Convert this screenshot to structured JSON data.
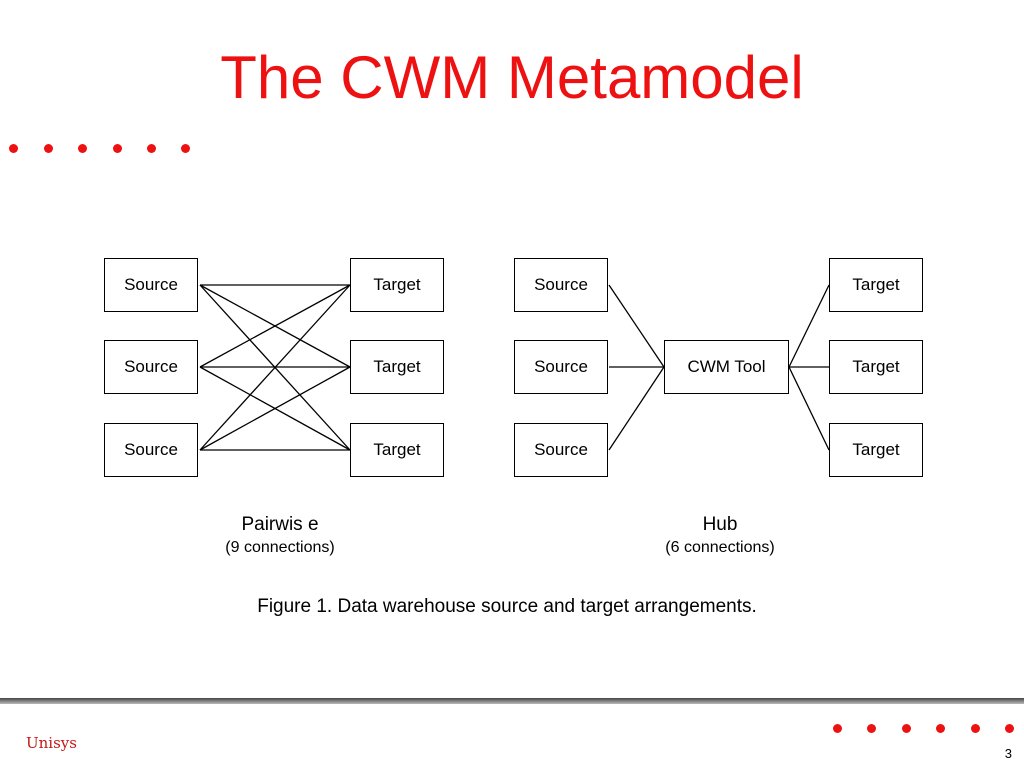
{
  "title": "The CWM Metamodel",
  "accent_color": "#ee1111",
  "pairwise": {
    "sources": [
      "Source",
      "Source",
      "Source"
    ],
    "targets": [
      "Target",
      "Target",
      "Target"
    ],
    "label": "Pairwis e",
    "connections": "(9 connections)"
  },
  "hub": {
    "sources": [
      "Source",
      "Source",
      "Source"
    ],
    "center": "CWM Tool",
    "targets": [
      "Target",
      "Target",
      "Target"
    ],
    "label": "Hub",
    "connections": "(6 connections)"
  },
  "figure_caption": "Figure 1.  Data warehouse source and target arrangements.",
  "footer": {
    "brand": "Unisys",
    "page_number": "3"
  }
}
